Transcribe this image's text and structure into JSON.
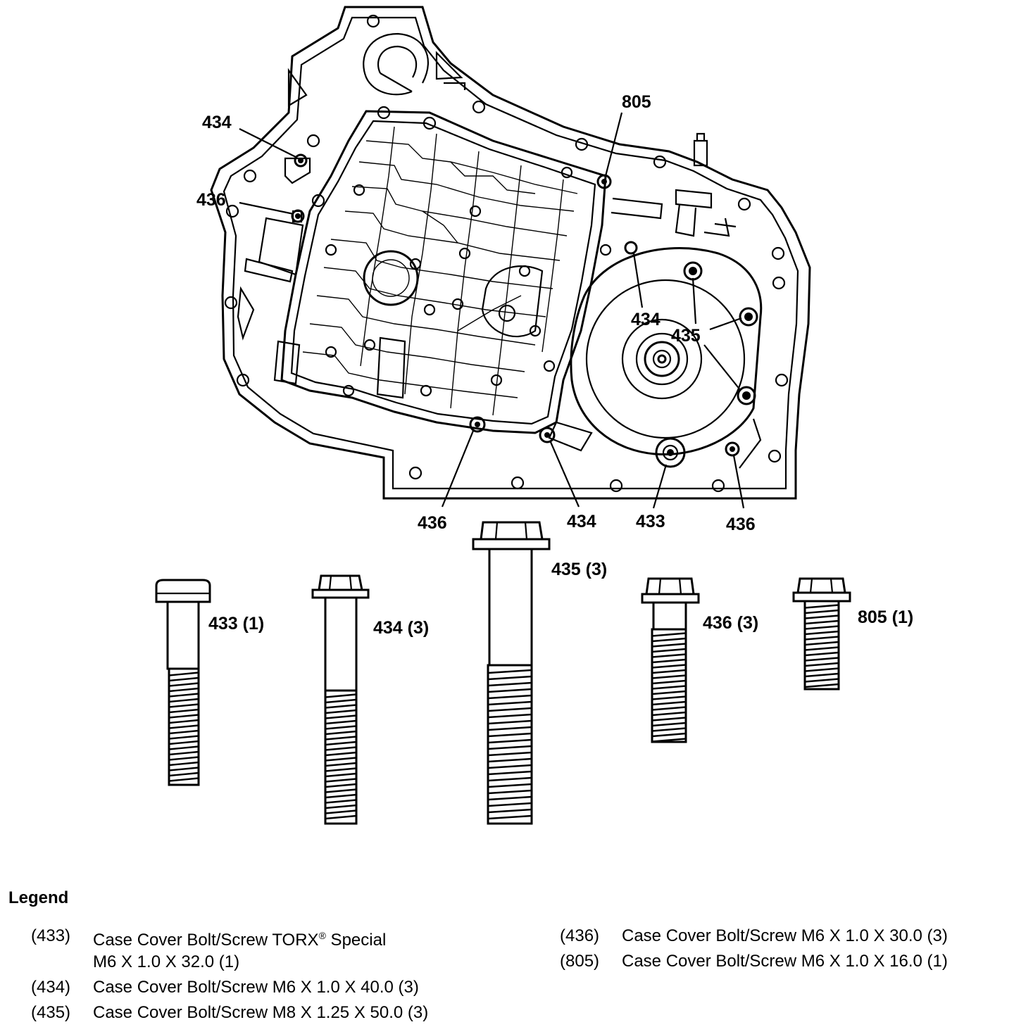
{
  "callouts": {
    "c434_a": "434",
    "c436_a": "436",
    "c805": "805",
    "c434_b": "434",
    "c435": "435",
    "c436_b": "436",
    "c434_c": "434",
    "c433": "433",
    "c436_c": "436"
  },
  "bolts": {
    "b433": "433 (1)",
    "b434": "434 (3)",
    "b435": "435 (3)",
    "b436": "436 (3)",
    "b805": "805 (1)"
  },
  "legend": {
    "title": "Legend",
    "items": [
      {
        "num": "(433)",
        "text": "Case Cover Bolt/Screw TORX",
        "mark": "®",
        "suffix": " Special",
        "text2": "M6 X 1.0 X 32.0 (1)"
      },
      {
        "num": "(434)",
        "text": "Case Cover Bolt/Screw M6 X 1.0 X 40.0 (3)"
      },
      {
        "num": "(435)",
        "text": "Case Cover Bolt/Screw M8 X 1.25 X 50.0 (3)"
      },
      {
        "num": "(436)",
        "text": "Case Cover Bolt/Screw M6 X 1.0 X 30.0 (3)"
      },
      {
        "num": "(805)",
        "text": "Case Cover Bolt/Screw M6 X 1.0 X 16.0 (1)"
      }
    ]
  }
}
